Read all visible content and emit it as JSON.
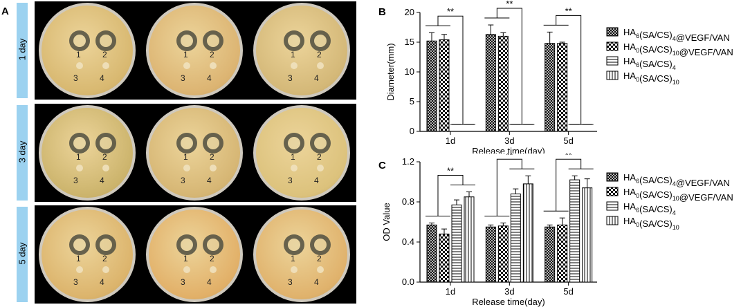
{
  "panel_a": {
    "letter": "A",
    "rows": [
      {
        "day_label": "1 day",
        "plates": [
          {
            "wells": [
              "1",
              "2",
              "3",
              "4"
            ],
            "tint": "#d8b870"
          },
          {
            "wells": [
              "1",
              "2",
              "3",
              "4"
            ],
            "tint": "#dcb472"
          },
          {
            "wells": [
              "1",
              "2",
              "3",
              "4"
            ],
            "tint": "#d4b878"
          }
        ]
      },
      {
        "day_label": "3 day",
        "plates": [
          {
            "wells": [
              "1",
              "2",
              "3",
              "4"
            ],
            "tint": "#ccb46c"
          },
          {
            "wells": [
              "1",
              "2",
              "3",
              "4"
            ],
            "tint": "#d6b674"
          },
          {
            "wells": [
              "1",
              "2",
              "3",
              "4"
            ],
            "tint": "#dcc27c"
          }
        ]
      },
      {
        "day_label": "5 day",
        "plates": [
          {
            "wells": [
              "1",
              "2",
              "3",
              "4"
            ],
            "tint": "#dcb46c"
          },
          {
            "wells": [
              "1",
              "2",
              "3",
              "4"
            ],
            "tint": "#e2b068"
          },
          {
            "wells": [
              "1",
              "2",
              "3",
              "4"
            ],
            "tint": "#e0b26c"
          }
        ]
      }
    ]
  },
  "chart_data": [
    {
      "type": "bar",
      "panel": "B",
      "categories": [
        "1d",
        "3d",
        "5d"
      ],
      "xlabel": "Release time(day)",
      "ylabel": "Diameter(mm)",
      "ylim": [
        0,
        20
      ],
      "yticks": [
        "0",
        "5",
        "10",
        "15",
        "20"
      ],
      "series": [
        {
          "name": "HA6(SA/CS)4@VEGF/VAN",
          "values": [
            15.2,
            16.3,
            14.8
          ],
          "errors": [
            1.4,
            1.6,
            1.9
          ],
          "pattern": "crosshatch"
        },
        {
          "name": "HA0(SA/CS)10@VEGF/VAN",
          "values": [
            15.4,
            16.0,
            14.8
          ],
          "errors": [
            0.9,
            0.6,
            0.2
          ],
          "pattern": "checker"
        },
        {
          "name": "HA6(SA/CS)4",
          "values": [
            0,
            0,
            0
          ],
          "errors": [
            0,
            0,
            0
          ],
          "pattern": "hlines"
        },
        {
          "name": "HA0(SA/CS)10",
          "values": [
            0,
            0,
            0
          ],
          "errors": [
            0,
            0,
            0
          ],
          "pattern": "vlines"
        }
      ],
      "annotations": [
        "**",
        "**",
        "**"
      ]
    },
    {
      "type": "bar",
      "panel": "C",
      "categories": [
        "1d",
        "3d",
        "5d"
      ],
      "xlabel": "Release time(day)",
      "ylabel": "OD Value",
      "ylim": [
        0,
        1.2
      ],
      "yticks": [
        "0.0",
        "0.4",
        "0.8",
        "1.2"
      ],
      "series": [
        {
          "name": "HA6(SA/CS)4@VEGF/VAN",
          "values": [
            0.57,
            0.55,
            0.55
          ],
          "errors": [
            0.02,
            0.02,
            0.02
          ],
          "pattern": "crosshatch"
        },
        {
          "name": "HA0(SA/CS)10@VEGF/VAN",
          "values": [
            0.48,
            0.56,
            0.57
          ],
          "errors": [
            0.05,
            0.03,
            0.07
          ],
          "pattern": "checker"
        },
        {
          "name": "HA6(SA/CS)4",
          "values": [
            0.77,
            0.88,
            1.02
          ],
          "errors": [
            0.05,
            0.05,
            0.04
          ],
          "pattern": "hlines"
        },
        {
          "name": "HA0(SA/CS)10",
          "values": [
            0.85,
            0.98,
            0.94
          ],
          "errors": [
            0.05,
            0.08,
            0.09
          ],
          "pattern": "vlines"
        }
      ],
      "annotations": [
        "**",
        "**",
        "**"
      ]
    }
  ]
}
